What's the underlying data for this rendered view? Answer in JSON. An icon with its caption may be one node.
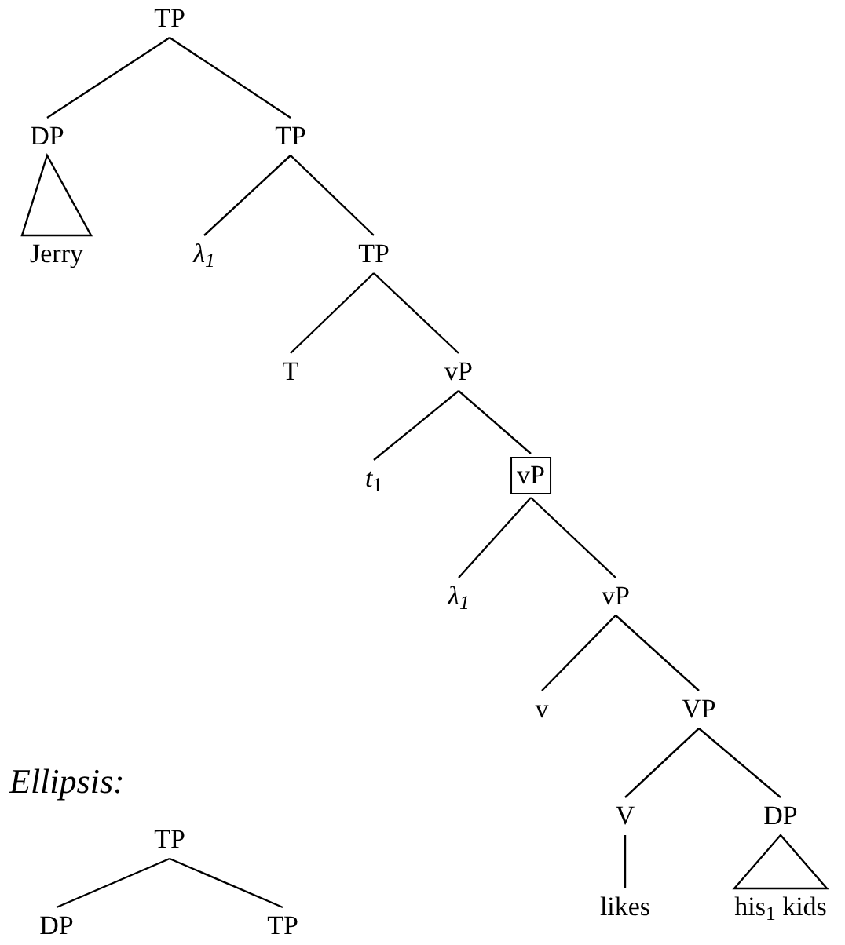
{
  "diagram": {
    "nodes": [
      {
        "text": [
          "TP"
        ]
      },
      {
        "text": [
          "DP"
        ]
      },
      {
        "text": [
          "TP"
        ]
      },
      {
        "text": [
          "Jerry"
        ]
      },
      {
        "text": [
          "λ$_{1}$"
        ]
      },
      {
        "text": [
          "TP"
        ]
      },
      {
        "text": [
          "T"
        ]
      },
      {
        "text": [
          "vP"
        ]
      },
      {
        "text": [
          "*t*$_{1}$"
        ]
      },
      {
        "text": [
          "vP"
        ]
      },
      {
        "text": [
          "λ$_{1}$"
        ]
      },
      {
        "text": [
          "vP"
        ]
      },
      {
        "text": [
          "v"
        ]
      },
      {
        "text": [
          "VP"
        ]
      },
      {
        "text": [
          "V"
        ]
      },
      {
        "text": [
          "DP"
        ]
      },
      {
        "text": [
          "likes"
        ]
      },
      {
        "text": [
          "his$_{1}$ kids"
        ]
      },
      {
        "text": [
          "TP"
        ]
      },
      {
        "text": [
          "DP"
        ]
      },
      {
        "text": [
          "TP"
        ]
      }
    ],
    "edges": [
      {
        "from": 0,
        "to": 1,
        "arrow": "none"
      },
      {
        "from": 0,
        "to": 2,
        "arrow": "none"
      },
      {
        "from": 1,
        "to": 3,
        "arrow": "none"
      },
      {
        "from": 2,
        "to": 4,
        "arrow": "none"
      },
      {
        "from": 2,
        "to": 5,
        "arrow": "none"
      },
      {
        "from": 5,
        "to": 6,
        "arrow": "none"
      },
      {
        "from": 5,
        "to": 7,
        "arrow": "none"
      },
      {
        "from": 7,
        "to": 8,
        "arrow": "none"
      },
      {
        "from": 7,
        "to": 9,
        "arrow": "none"
      },
      {
        "from": 9,
        "to": 10,
        "arrow": "none"
      },
      {
        "from": 9,
        "to": 11,
        "arrow": "none"
      },
      {
        "from": 11,
        "to": 12,
        "arrow": "none"
      },
      {
        "from": 11,
        "to": 13,
        "arrow": "none"
      },
      {
        "from": 13,
        "to": 14,
        "arrow": "none"
      },
      {
        "from": 13,
        "to": 15,
        "arrow": "none"
      },
      {
        "from": 14,
        "to": 16,
        "arrow": "none"
      },
      {
        "from": 15,
        "to": 17,
        "arrow": "none"
      },
      {
        "from": 18,
        "to": 19,
        "arrow": "none"
      },
      {
        "from": 18,
        "to": 20,
        "arrow": "none"
      }
    ],
    "labels": [
      "Ellipsis:"
    ]
  }
}
